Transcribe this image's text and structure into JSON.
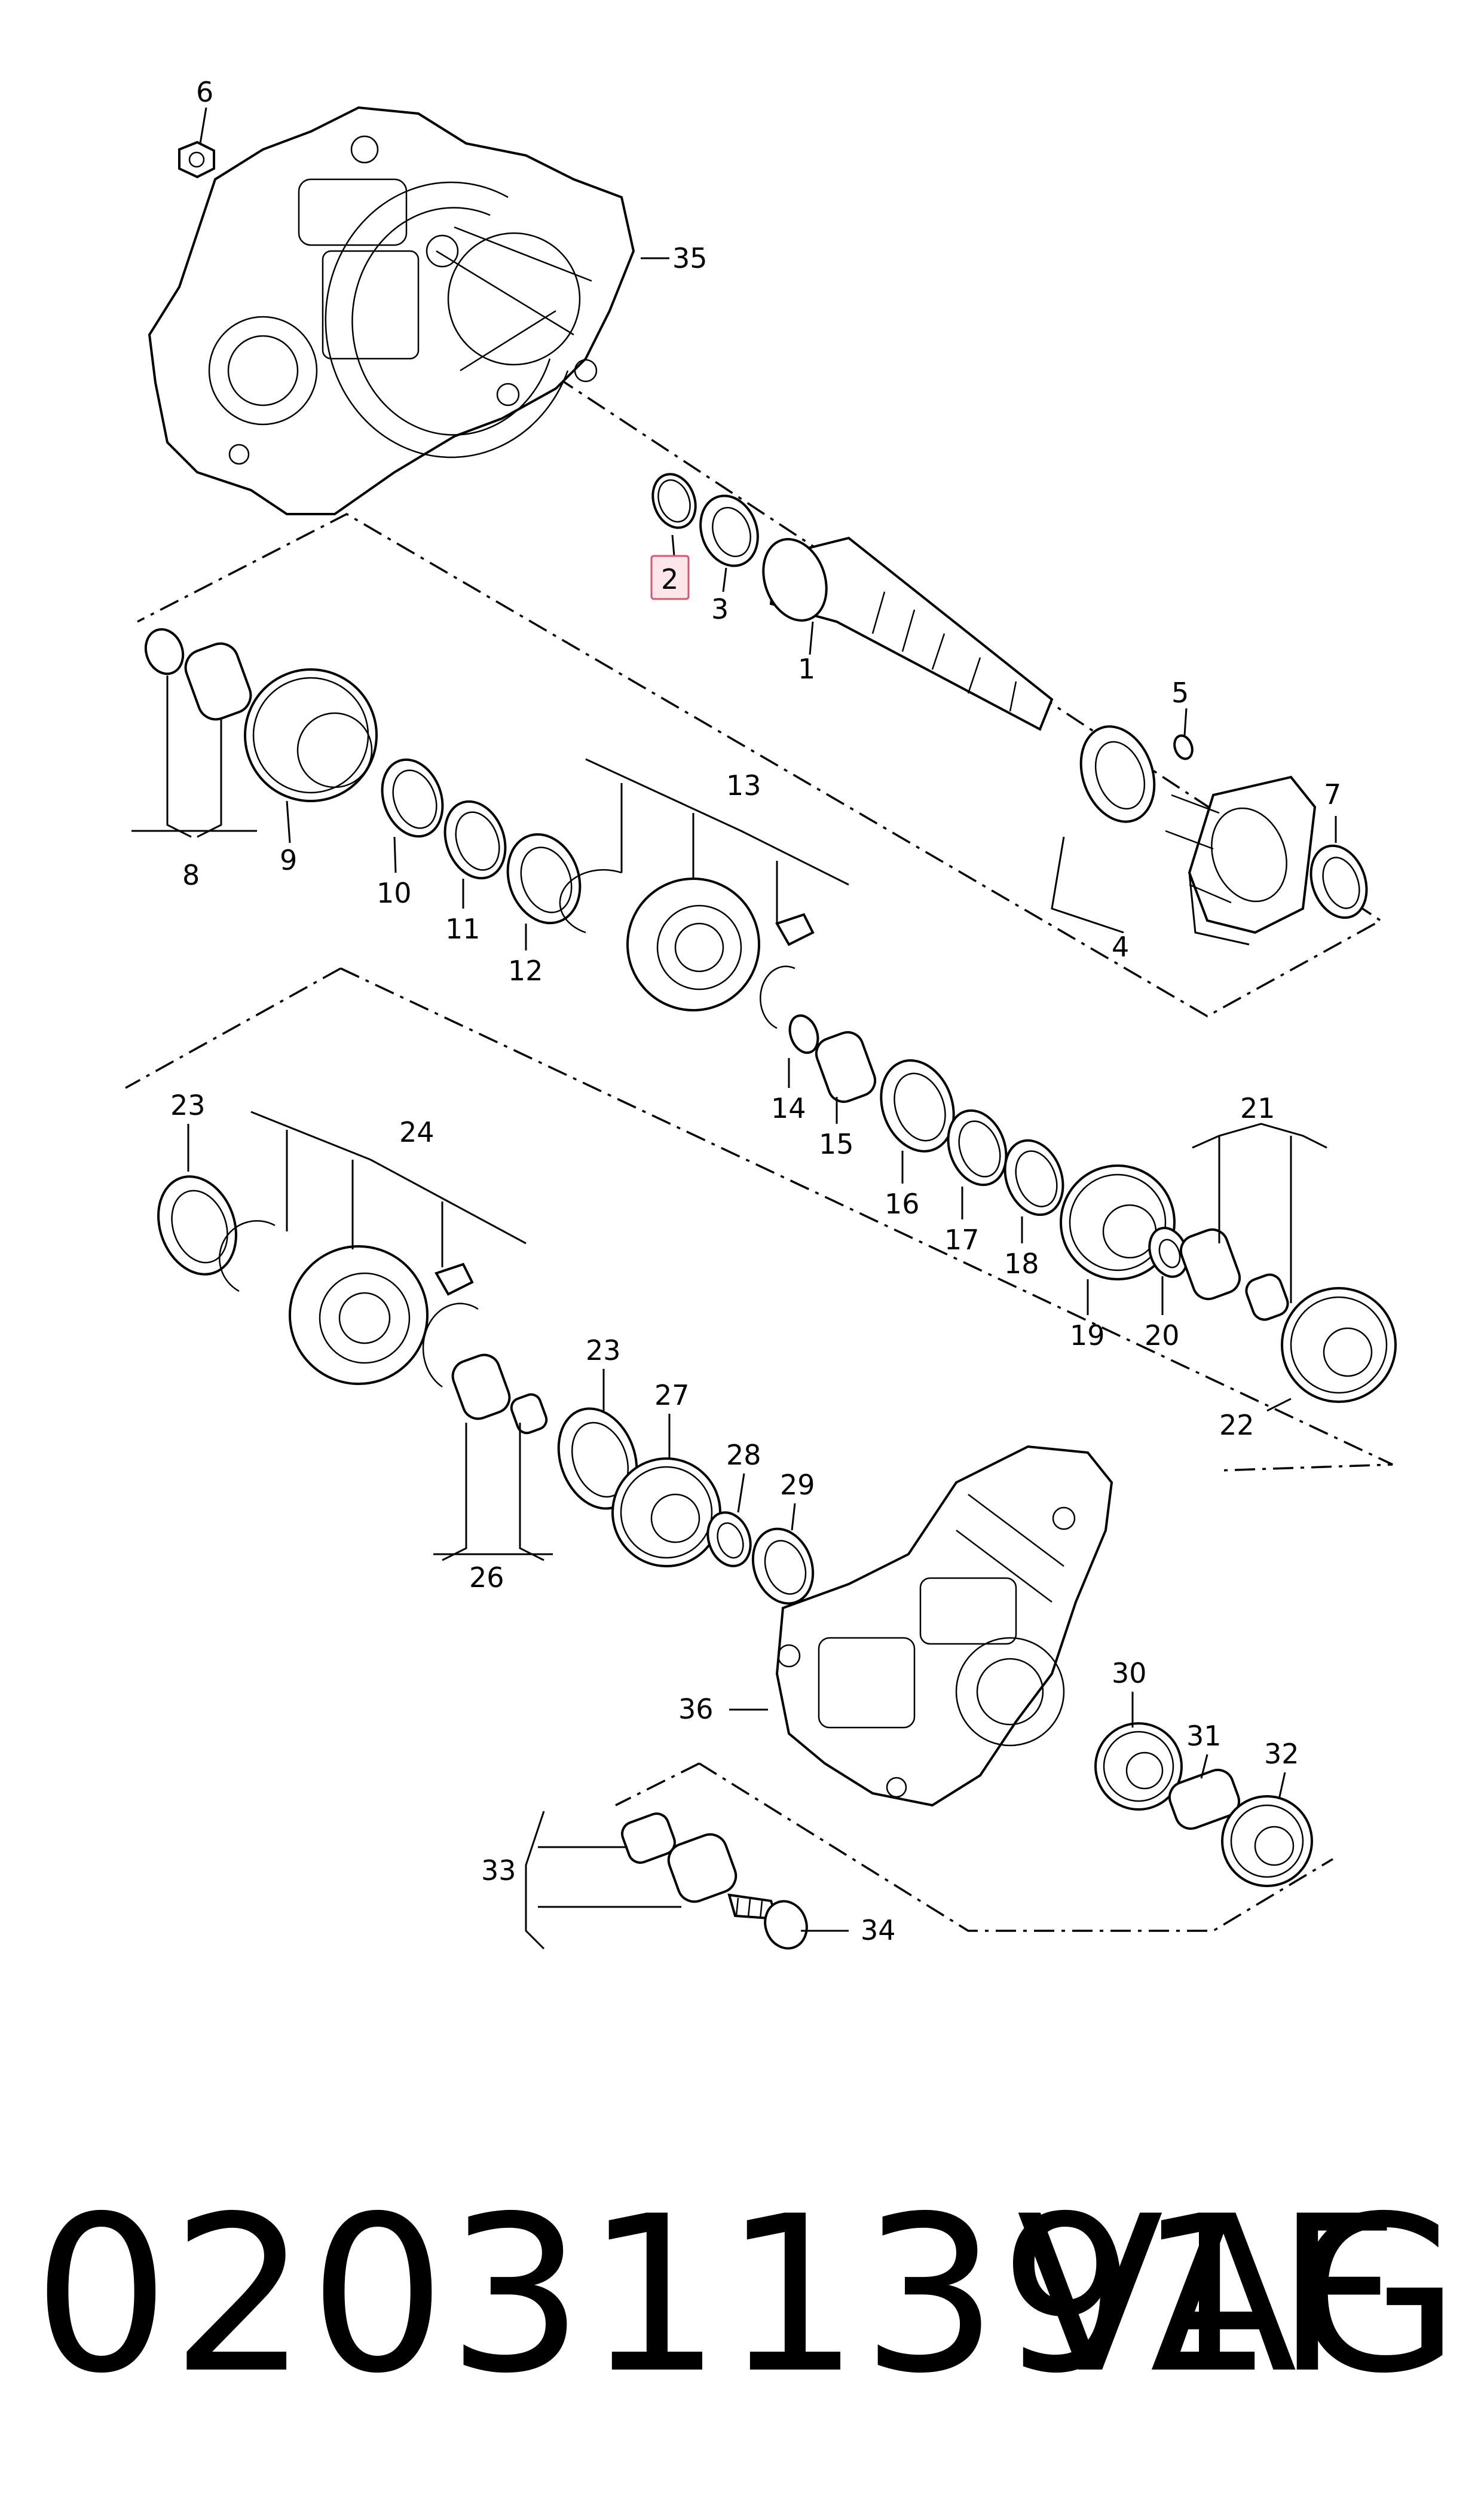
{
  "callouts": {
    "c1": "1",
    "c2": "2",
    "c3": "3",
    "c4": "4",
    "c5": "5",
    "c6": "6",
    "c7": "7",
    "c8": "8",
    "c9": "9",
    "c10": "10",
    "c11": "11",
    "c12": "12",
    "c13": "13",
    "c14": "14",
    "c15": "15",
    "c16": "16",
    "c17": "17",
    "c18": "18",
    "c19": "19",
    "c20": "20",
    "c21": "21",
    "c22": "22",
    "c23a": "23",
    "c23b": "23",
    "c24": "24",
    "c26": "26",
    "c27": "27",
    "c28": "28",
    "c29": "29",
    "c30": "30",
    "c31": "31",
    "c32": "32",
    "c33": "33",
    "c34": "34",
    "c35": "35",
    "c36": "36"
  },
  "highlighted_callout": "2",
  "highlight_color": "#d9556e",
  "footer": {
    "part_number": "020311391F",
    "brand": "VAG"
  }
}
